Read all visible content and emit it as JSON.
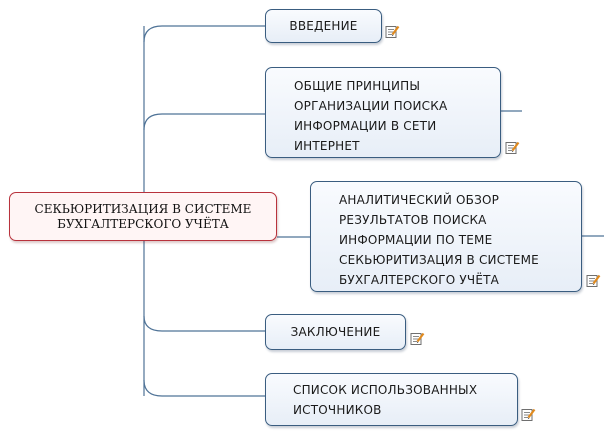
{
  "root": {
    "lines": [
      "СЕКЬЮРИТИЗАЦИЯ В СИСТЕМЕ",
      "БУХГАЛТЕРСКОГО УЧЁТА"
    ]
  },
  "topics": [
    {
      "id": "vvedenie",
      "lines": [
        "ВВЕДЕНИЕ"
      ],
      "has_note": true
    },
    {
      "id": "principy",
      "lines": [
        "ОБЩИЕ ПРИНЦИПЫ",
        "ОРГАНИЗАЦИИ ПОИСКА",
        "ИНФОРМАЦИИ В СЕТИ",
        "ИНТЕРНЕТ"
      ],
      "has_note": true,
      "collapsed_children": true
    },
    {
      "id": "obzor",
      "lines": [
        "АНАЛИТИЧЕСКИЙ ОБЗОР",
        "РЕЗУЛЬТАТОВ ПОИСКА",
        "ИНФОРМАЦИИ ПО ТЕМЕ",
        "СЕКЬЮРИТИЗАЦИЯ В СИСТЕМЕ",
        "БУХГАЛТЕРСКОГО УЧЁТА"
      ],
      "has_note": true,
      "collapsed_children": true
    },
    {
      "id": "zaklyuchenie",
      "lines": [
        "ЗАКЛЮЧЕНИЕ"
      ],
      "has_note": true
    },
    {
      "id": "istochniki",
      "lines": [
        "СПИСОК ИСПОЛЬЗОВАННЫХ",
        "ИСТОЧНИКОВ"
      ],
      "has_note": true
    }
  ],
  "colors": {
    "root_border": "#b8323c",
    "topic_border": "#3a5d80",
    "connector": "#4f7397"
  }
}
